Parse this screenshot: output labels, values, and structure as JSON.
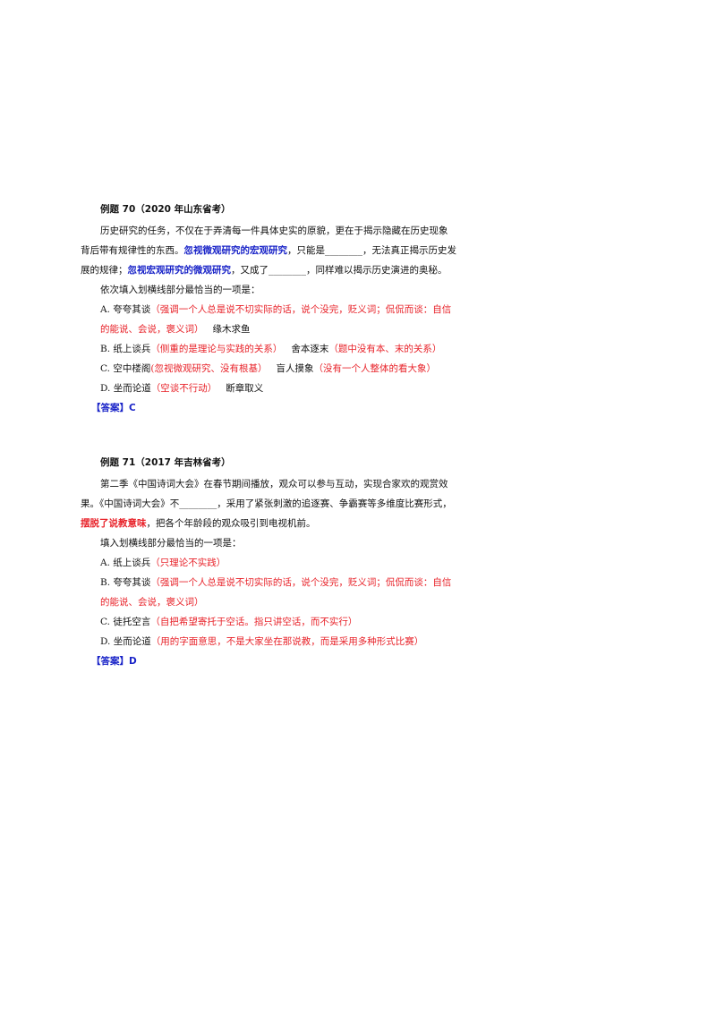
{
  "ex70": {
    "title": "例题 70（2020 年山东省考）",
    "para_a": "历史研究的任务，不仅在于弄清每一件具体史实的原貌，更在于揭示隐藏在历史现象背后带有规律性的东西。",
    "para_b": "忽视微观研究的宏观研究",
    "para_c": "，只能是________，无法真正揭示历史发展的规律；",
    "para_d": "忽视宏观研究的微观研究",
    "para_e": "，又成了________，同样难以揭示历史演进的奥秘。",
    "question": "依次填入划横线部分最恰当的一项是：",
    "options": [
      {
        "label": "A. 夸夸其谈",
        "note": "（强调一个人总是说不切实际的话，说个没完，贬义词；侃侃而谈：自信的能说、会说，褒义词）",
        "second": "缘木求鱼",
        "second_note": ""
      },
      {
        "label": "B. 纸上谈兵",
        "note": "（侧重的是理论与实践的关系）",
        "second": "舍本逐末",
        "second_note": "（题中没有本、末的关系）"
      },
      {
        "label": "C. 空中楼阁",
        "note": "(忽视微观研究、没有根基）",
        "second": "盲人摸象",
        "second_note": "（没有一个人整体的看大象）"
      },
      {
        "label": "D. 坐而论道",
        "note": "（空谈不行动）",
        "second": "断章取义",
        "second_note": ""
      }
    ],
    "answer_tag": "【答案】",
    "answer": "C"
  },
  "ex71": {
    "title": "例题 71（2017 年吉林省考）",
    "para_a": "第二季《中国诗词大会》在春节期间播放，观众可以参与互动，实现合家欢的观赏效果。《中国诗词大会》不________，采用了紧张刺激的追逐赛、争霸赛等多维度比赛形式，",
    "para_b": "摆脱了说教意味",
    "para_c": "，把各个年龄段的观众吸引到电视机前。",
    "question": "填入划横线部分最恰当的一项是：",
    "options": [
      {
        "label": "A. 纸上谈兵",
        "note": "（只理论不实践）"
      },
      {
        "label": "B. 夸夸其谈",
        "note": "（强调一个人总是说不切实际的话，说个没完，贬义词；侃侃而谈：自信的能说、会说，褒义词）"
      },
      {
        "label": "C. 徒托空言",
        "note": "（自把希望寄托于空话。指只讲空话，而不实行）"
      },
      {
        "label": "D. 坐而论道",
        "note": "（用的字面意思，不是大家坐在那说教，而是采用多种形式比赛）"
      }
    ],
    "answer_tag": "【答案】",
    "answer": "D"
  }
}
